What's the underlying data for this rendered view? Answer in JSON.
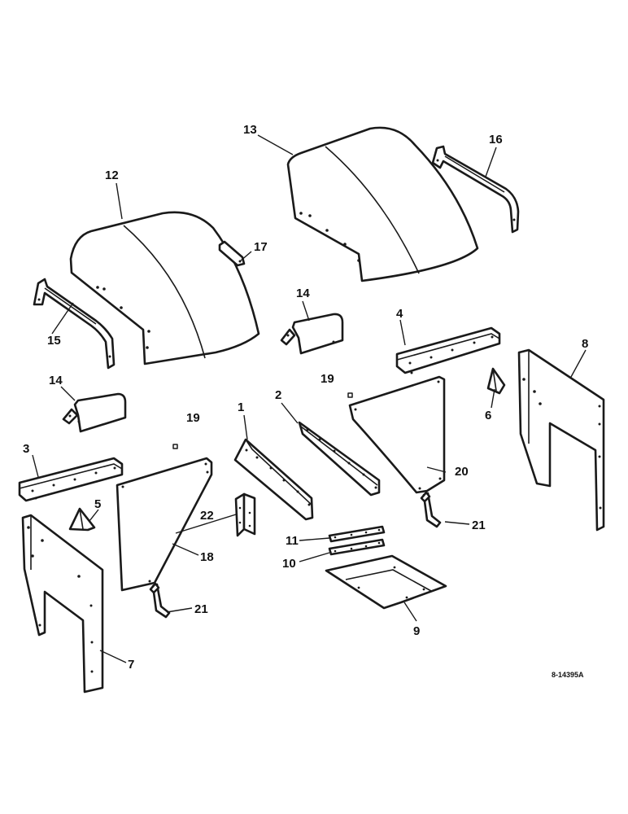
{
  "labels": {
    "p1": "1",
    "p2": "2",
    "p3": "3",
    "p4": "4",
    "p5": "5",
    "p6": "6",
    "p7": "7",
    "p8": "8",
    "p9": "9",
    "p10": "10",
    "p11": "11",
    "p12": "12",
    "p13": "13",
    "p14a": "14",
    "p14b": "14",
    "p15": "15",
    "p16": "16",
    "p17": "17",
    "p18": "18",
    "p19a": "19",
    "p19b": "19",
    "p20": "20",
    "p21a": "21",
    "p21b": "21",
    "p22": "22"
  },
  "reference_code": "8-14395A",
  "colors": {
    "line": "#1a1a1a",
    "background": "#ffffff"
  }
}
